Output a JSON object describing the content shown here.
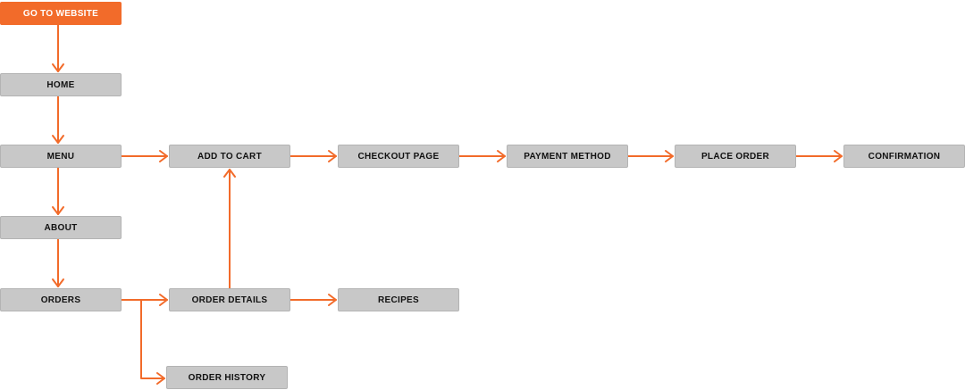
{
  "diagram": {
    "accent_color": "#f26b2a",
    "node_color": "#c8c8c8",
    "nodes": {
      "go_to_website": "GO TO WEBSITE",
      "home": "HOME",
      "menu": "MENU",
      "about": "ABOUT",
      "orders": "ORDERS",
      "add_to_cart": "ADD TO CART",
      "checkout_page": "CHECKOUT PAGE",
      "payment_method": "PAYMENT METHOD",
      "place_order": "PLACE ORDER",
      "confirmation": "CONFIRMATION",
      "order_details": "ORDER DETAILS",
      "recipes": "RECIPES",
      "order_history": "ORDER HISTORY"
    },
    "edges": [
      [
        "go_to_website",
        "home"
      ],
      [
        "home",
        "menu"
      ],
      [
        "menu",
        "about"
      ],
      [
        "about",
        "orders"
      ],
      [
        "menu",
        "add_to_cart"
      ],
      [
        "add_to_cart",
        "checkout_page"
      ],
      [
        "checkout_page",
        "payment_method"
      ],
      [
        "payment_method",
        "place_order"
      ],
      [
        "place_order",
        "confirmation"
      ],
      [
        "orders",
        "order_details"
      ],
      [
        "order_details",
        "add_to_cart"
      ],
      [
        "order_details",
        "recipes"
      ],
      [
        "orders",
        "order_history"
      ]
    ]
  }
}
